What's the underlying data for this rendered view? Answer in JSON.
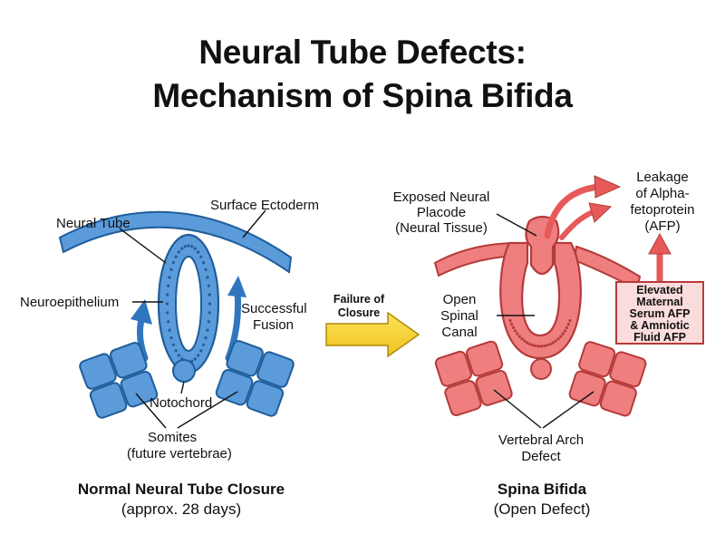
{
  "title": {
    "line1": "Neural Tube Defects:",
    "line2": "Mechanism of Spina Bifida"
  },
  "colors": {
    "normal_fill": "#5b9bd9",
    "normal_stroke": "#1f5d9a",
    "defect_fill": "#ef7f7f",
    "defect_stroke": "#b53a3a",
    "arrow_fill": "#f7d33a",
    "box_fill": "#fbdcdc"
  },
  "normal": {
    "labels": {
      "surface_ectoderm": "Surface Ectoderm",
      "neural_tube": "Neural Tube",
      "neuroepithelium": "Neuroepithelium",
      "successful_fusion_1": "Successful",
      "successful_fusion_2": "Fusion",
      "notochord": "Notochord",
      "somites_1": "Somites",
      "somites_2": "(future vertebrae)"
    },
    "caption": {
      "main": "Normal Neural Tube Closure",
      "sub": "(approx. 28 days)"
    }
  },
  "transition": {
    "line1": "Failure of",
    "line2": "Closure"
  },
  "defect": {
    "labels": {
      "placode_1": "Exposed Neural",
      "placode_2": "Placode",
      "placode_3": "(Neural Tissue)",
      "canal_1": "Open",
      "canal_2": "Spinal",
      "canal_3": "Canal",
      "leakage_1": "Leakage",
      "leakage_2": "of Alpha-",
      "leakage_3": "fetoprotein",
      "leakage_4": "(AFP)",
      "elevated_1": "Elevated",
      "elevated_2": "Maternal",
      "elevated_3": "Serum AFP",
      "elevated_4": "& Amniotic",
      "elevated_5": "Fluid AFP",
      "vertebral_1": "Vertebral Arch",
      "vertebral_2": "Defect"
    },
    "caption": {
      "main": "Spina Bifida",
      "sub": "(Open Defect)"
    }
  }
}
